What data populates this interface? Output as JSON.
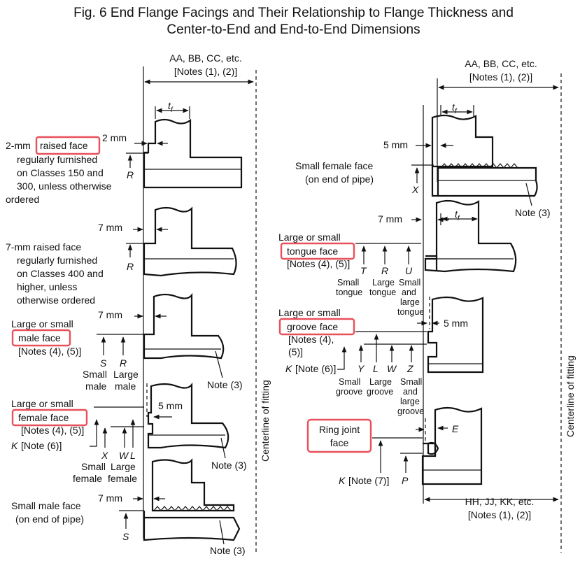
{
  "title": {
    "line1": "Fig. 6    End Flange Facings and Their Relationship to Flange Thickness and",
    "line2": "Center-to-End and End-to-End Dimensions"
  },
  "left": {
    "dim_top": "AA, BB, CC, etc.",
    "dim_notes": "[Notes (1), (2)]",
    "tf": "t",
    "tf_sub": "f",
    "centerline": "Centerline of fitting",
    "raised2": {
      "mm": "2 mm",
      "prefix": "2-mm",
      "boxed": "raised face",
      "lines": [
        "regularly furnished",
        "on Classes 150 and",
        "300, unless otherwise",
        "ordered"
      ],
      "R": "R"
    },
    "raised7": {
      "mm": "7 mm",
      "lines": [
        "7-mm raised face",
        "regularly furnished",
        "on Classes 400 and",
        "higher, unless",
        "otherwise ordered"
      ],
      "R": "R"
    },
    "male": {
      "mm": "7 mm",
      "line1": "Large or small",
      "boxed": "male face",
      "notes": "[Notes (4), (5)]",
      "S": "S",
      "R": "R",
      "small": "Small",
      "small2": "male",
      "large": "Large",
      "large2": "male",
      "note3": "Note (3)"
    },
    "female": {
      "mm": "5 mm",
      "line1": "Large or small",
      "boxed": "female face",
      "notes": "[Notes (4), (5)]",
      "K": "K",
      "K_note": "[Note (6)]",
      "X": "X",
      "W": "W",
      "L": "L",
      "small": "Small",
      "small2": "female",
      "large": "Large",
      "large2": "female",
      "note3": "Note (3)"
    },
    "smallmale": {
      "mm": "7 mm",
      "line1": "Small male face",
      "line2": "(on end of pipe)",
      "S": "S",
      "note3": "Note (3)"
    }
  },
  "right": {
    "dim_top": "AA, BB, CC, etc.",
    "dim_notes": "[Notes (1), (2)]",
    "tf": "t",
    "tf_sub": "f",
    "centerline": "Centerline of fitting",
    "smallfemale": {
      "mm": "5 mm",
      "line1": "Small female face",
      "line2": "(on end of pipe)",
      "X": "X",
      "note3": "Note (3)"
    },
    "tongue": {
      "mm": "7 mm",
      "line1": "Large or small",
      "boxed": "tongue face",
      "notes": "[Notes (4), (5)]",
      "T": "T",
      "R": "R",
      "U": "U",
      "c1a": "Small",
      "c1b": "tongue",
      "c2a": "Large",
      "c2b": "tongue",
      "c3a": "Small",
      "c3b": "and",
      "c3c": "large",
      "c3d": "tongue"
    },
    "groove": {
      "mm": "5 mm",
      "line1": "Large or small",
      "boxed": "groove face",
      "notes1": "[Notes (4),",
      "notes2": "(5)]",
      "K": "K",
      "K_note": "[Note (6)]",
      "Y": "Y",
      "L": "L",
      "W": "W",
      "Z": "Z",
      "c1a": "Small",
      "c1b": "groove",
      "c2a": "Large",
      "c2b": "groove",
      "c3a": "Small",
      "c3b": "and",
      "c3c": "large",
      "c3d": "groove"
    },
    "ring": {
      "boxed1": "Ring joint",
      "boxed2": "face",
      "E": "E",
      "K": "K",
      "K_note": "[Note (7)]",
      "P": "P"
    },
    "dim_bottom": "HH, JJ, KK, etc.",
    "dim_bottom_notes": "[Notes (1), (2)]"
  },
  "highlight_color": "#e8505b"
}
